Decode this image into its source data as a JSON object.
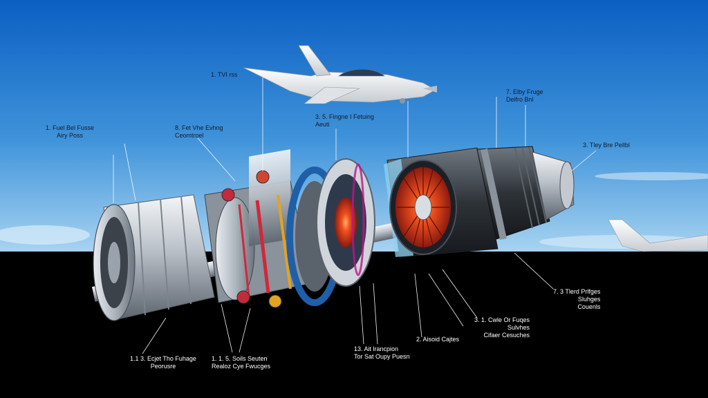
{
  "colors": {
    "sky_top": "#0e64c6",
    "sky_bottom": "#8fc8ef",
    "ground": "#000000",
    "accent_red": "#e8361c",
    "accent_blue": "#1f5fa8",
    "metal": "#c9ced4"
  },
  "labels": [
    {
      "id": "aircraft",
      "lines": [
        "1. TVI rss"
      ]
    },
    {
      "id": "intake",
      "lines": [
        "1. Fuel Bel Fusse",
        "Airy Poss"
      ]
    },
    {
      "id": "compressor",
      "lines": [
        "8. Fet Vhe Evhng",
        "Ceomtroel"
      ]
    },
    {
      "id": "combustor",
      "lines": [
        "3. 5. Fingne I Fetuing",
        "Aeuti"
      ]
    },
    {
      "id": "rear_upper",
      "lines": [
        "7. Elby Fruge",
        "Delfro Bnl"
      ]
    },
    {
      "id": "nozzle",
      "lines": [
        "3. Tley Bre Pellbl"
      ]
    },
    {
      "id": "rear_lower",
      "lines": [
        "7. 3 Tlerd Prlfges",
        "Sluhges",
        "Couenls"
      ]
    },
    {
      "id": "turbine_lower",
      "lines": [
        "3. 1. Cwle Or Fuqes",
        "Sulvhes",
        "Cifaer Cesuches"
      ]
    },
    {
      "id": "disk_lower",
      "lines": [
        "2. Aisoid Cajtes"
      ]
    },
    {
      "id": "center_lower",
      "lines": [
        "13. Ait lrancpion",
        "Tor Sat Oupy Puesn"
      ]
    },
    {
      "id": "comp_lower",
      "lines": [
        "1. 1. 5. Soils Seuten",
        "Realoz Cye Fwucges"
      ]
    },
    {
      "id": "intake_lower",
      "lines": [
        "1.1 3. Ecjet Tho Fuhage",
        "Peorusre"
      ]
    }
  ]
}
